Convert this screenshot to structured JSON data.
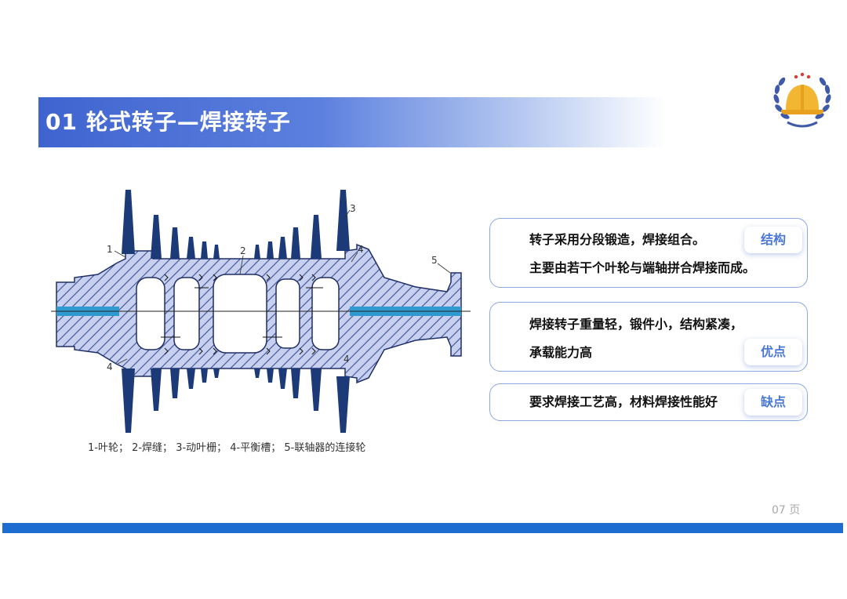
{
  "slide": {
    "title": "01 轮式转子—焊接转子",
    "page_number": "07 页"
  },
  "diagram": {
    "callouts": [
      "1",
      "2",
      "3",
      "4",
      "4",
      "4",
      "5"
    ],
    "caption": "1-叶轮； 2-焊缝； 3-动叶栅； 4-平衡槽； 5-联轴器的连接轮",
    "colors": {
      "body": "#c7d0ee",
      "hatch": "#3b4f97",
      "blade": "#1d3a78",
      "shaft_center": "#2e9ad0",
      "cavity": "#ffffff"
    }
  },
  "cards": [
    {
      "lines": [
        "转子采用分段锻造，焊接组合。",
        "主要由若干个叶轮与端轴拼合焊接而成。"
      ],
      "tag": "结构"
    },
    {
      "lines": [
        "焊接转子重量轻，锻件小，结构紧凑，",
        "承载能力高"
      ],
      "tag": "优点"
    },
    {
      "lines": [
        "要求焊接工艺高，材料焊接性能好"
      ],
      "tag": "缺点"
    }
  ],
  "logo": {
    "icon": "hardhat-laurel-icon",
    "accent": "#f2b632",
    "wreath": "#3e5aa8",
    "stars": "#e03a2f"
  }
}
